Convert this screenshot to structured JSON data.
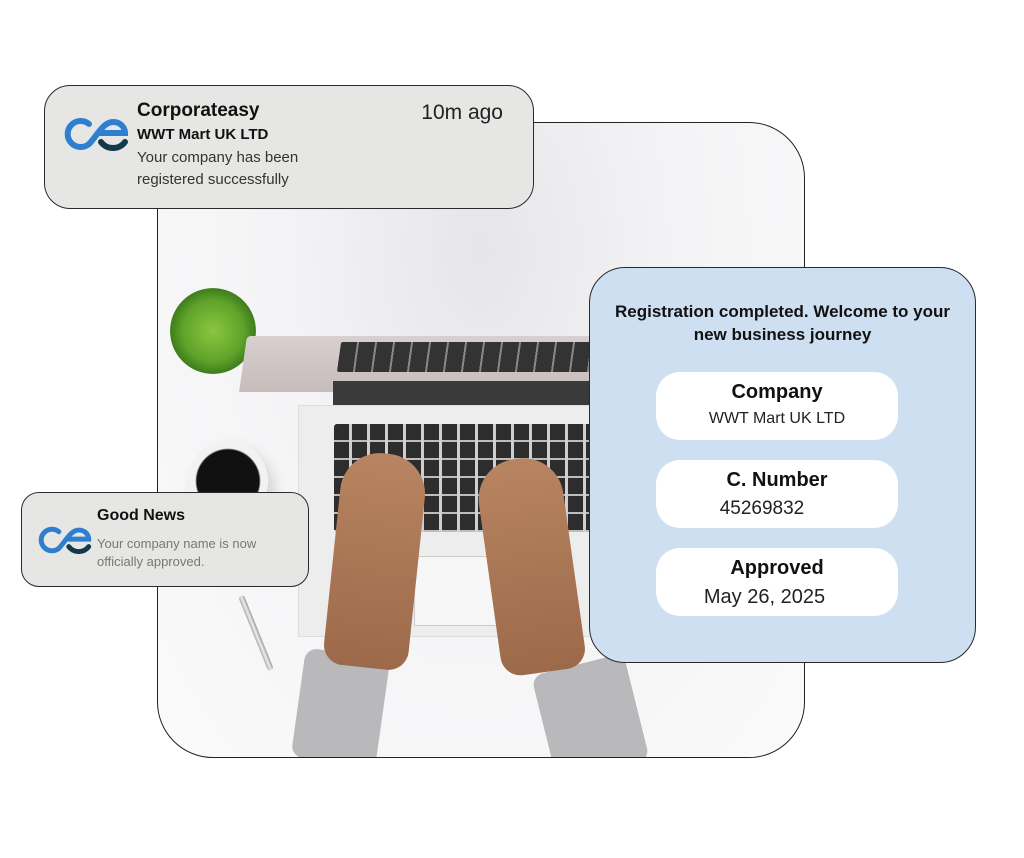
{
  "colors": {
    "logo_blue": "#2f7fd1",
    "logo_dark": "#123a4a",
    "notification_bg": "#e6e6e4",
    "panel_bg": "#cddff0",
    "pill_bg": "#ffffff"
  },
  "photo": {
    "description": "Top-down view of hands typing on a laptop with a plant, coffee cup and pen on a white desk"
  },
  "notification_top": {
    "icon": "corporateasy-logo",
    "title": "Corporateasy",
    "company": "WWT Mart UK LTD",
    "message": "Your company has been registered successfully",
    "time": "10m ago"
  },
  "notification_bottom": {
    "icon": "corporateasy-logo",
    "title": "Good News",
    "message": "Your company name is now officially approved."
  },
  "registration": {
    "heading": "Registration completed. Welcome to your new business journey",
    "fields": [
      {
        "label": "Company",
        "value": "WWT Mart UK LTD"
      },
      {
        "label": "C. Number",
        "value": "45269832"
      },
      {
        "label": "Approved",
        "value": "May 26, 2025"
      }
    ]
  }
}
